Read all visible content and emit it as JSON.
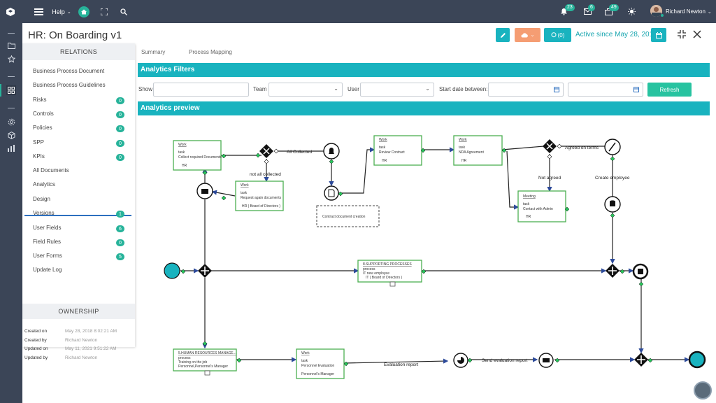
{
  "topbar": {
    "help_label": "Help",
    "user_name": "Richard Newton",
    "notifications_count": "23",
    "messages_count": "6",
    "tasks_count": "49"
  },
  "page": {
    "title": "HR: On Boarding v1",
    "active_since": "Active since May 28, 2018",
    "comments_label": "(0)"
  },
  "relations": {
    "heading": "RELATIONS",
    "items": [
      {
        "label": "Business Process Document",
        "count": null
      },
      {
        "label": "Business Process Guidelines",
        "count": null
      },
      {
        "label": "Risks",
        "count": "0"
      },
      {
        "label": "Controls",
        "count": "0"
      },
      {
        "label": "Policies",
        "count": "0"
      },
      {
        "label": "SPP",
        "count": "0"
      },
      {
        "label": "KPIs",
        "count": "0"
      },
      {
        "label": "All Documents",
        "count": null
      },
      {
        "label": "Analytics",
        "count": null
      },
      {
        "label": "Design",
        "count": null
      },
      {
        "label": "Versions",
        "count": "1"
      },
      {
        "label": "User Fields",
        "count": "6"
      },
      {
        "label": "Field Rules",
        "count": "0"
      },
      {
        "label": "User Forms",
        "count": "5"
      },
      {
        "label": "Update Log",
        "count": null
      }
    ]
  },
  "ownership": {
    "heading": "OWNERSHIP",
    "rows": [
      {
        "label": "Created on",
        "value": "May 28, 2018 8:02:21 AM"
      },
      {
        "label": "Created by",
        "value": "Richard Newton"
      },
      {
        "label": "Updated on",
        "value": "May 11, 2021 9:51:22 AM"
      },
      {
        "label": "Updated by",
        "value": "Richard Newton"
      }
    ]
  },
  "tabs": {
    "summary": "Summary",
    "process_mapping": "Process Mapping"
  },
  "filters": {
    "heading": "Analytics Filters",
    "show_label": "Show",
    "team_label": "Team",
    "user_label": "User",
    "start_date_label": "Start date between:",
    "refresh_label": "Refresh"
  },
  "preview": {
    "heading": "Analytics preview"
  },
  "diagram": {
    "task1": {
      "title": "Work",
      "type": "task",
      "name": "Collect required Documents",
      "role": "HR"
    },
    "task2": {
      "title": "Work",
      "type": "task",
      "name": "Request again documents",
      "role": "HR ( Board of Directors )"
    },
    "task3": {
      "title": "Work",
      "type": "task",
      "name": "Review Contract",
      "role": "HR"
    },
    "task4": {
      "title": "Work",
      "type": "task",
      "name": "NDA Agreement",
      "role": "HR"
    },
    "task5": {
      "title": "Meeting",
      "type": "task",
      "name": "Contact with Admin",
      "role": "HR"
    },
    "task6": {
      "title": "Work",
      "type": "task",
      "name": "Personnel Evaluation",
      "role": "Personnel's Manager"
    },
    "sub1": {
      "title": "8.SUPPORTING PROCESSES",
      "type": "process",
      "name": "IT new employee",
      "role": "IT ( Board of Directors )"
    },
    "sub2": {
      "title": "5.HUMAN RESOURCES MANAGE...",
      "type": "process",
      "name": "Training on the job",
      "role": "Personnel,Personnel's Manager"
    },
    "annotation": "Contract document creation",
    "lbl_all_collected": "All Collected",
    "lbl_not_all": "not all collected",
    "lbl_agreed": "Agreed on terms",
    "lbl_not_agreed": "Not agreed",
    "lbl_create_employee": "Create employee",
    "lbl_eval_report": "Evaluation report",
    "lbl_send_eval": "Send evaluation report"
  }
}
